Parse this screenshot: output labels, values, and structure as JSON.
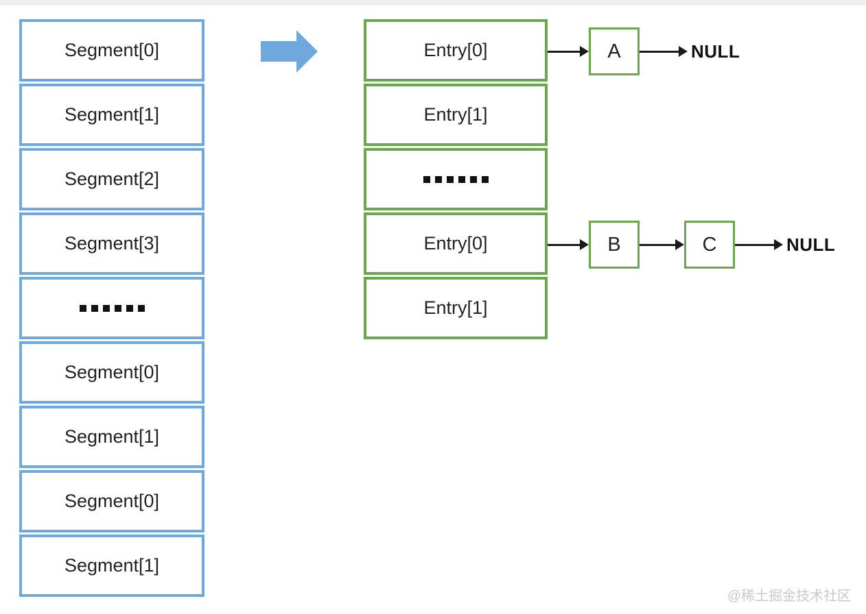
{
  "colors": {
    "segment_border": "#6fa8dc",
    "entry_border": "#6aa84f",
    "block_arrow_fill": "#6fa8dc",
    "connector": "#1a1a1a",
    "text": "#212121",
    "watermark": "#c9c9c9"
  },
  "segment_array": {
    "cells": [
      {
        "type": "label",
        "text": "Segment[0]"
      },
      {
        "type": "label",
        "text": "Segment[1]"
      },
      {
        "type": "label",
        "text": "Segment[2]"
      },
      {
        "type": "label",
        "text": "Segment[3]"
      },
      {
        "type": "dots",
        "count": 6
      },
      {
        "type": "label",
        "text": "Segment[0]"
      },
      {
        "type": "label",
        "text": "Segment[1]"
      },
      {
        "type": "label",
        "text": "Segment[0]"
      },
      {
        "type": "label",
        "text": "Segment[1]"
      }
    ]
  },
  "entry_table": {
    "cells": [
      {
        "type": "label",
        "text": "Entry[0]"
      },
      {
        "type": "label",
        "text": "Entry[1]"
      },
      {
        "type": "dots",
        "count": 6
      },
      {
        "type": "label",
        "text": "Entry[0]"
      },
      {
        "type": "label",
        "text": "Entry[1]"
      }
    ]
  },
  "chains": [
    {
      "from_row": 0,
      "nodes": [
        "A"
      ],
      "terminal": "NULL"
    },
    {
      "from_row": 3,
      "nodes": [
        "B",
        "C"
      ],
      "terminal": "NULL"
    }
  ],
  "watermark": {
    "text": "@稀土掘金技术社区"
  }
}
